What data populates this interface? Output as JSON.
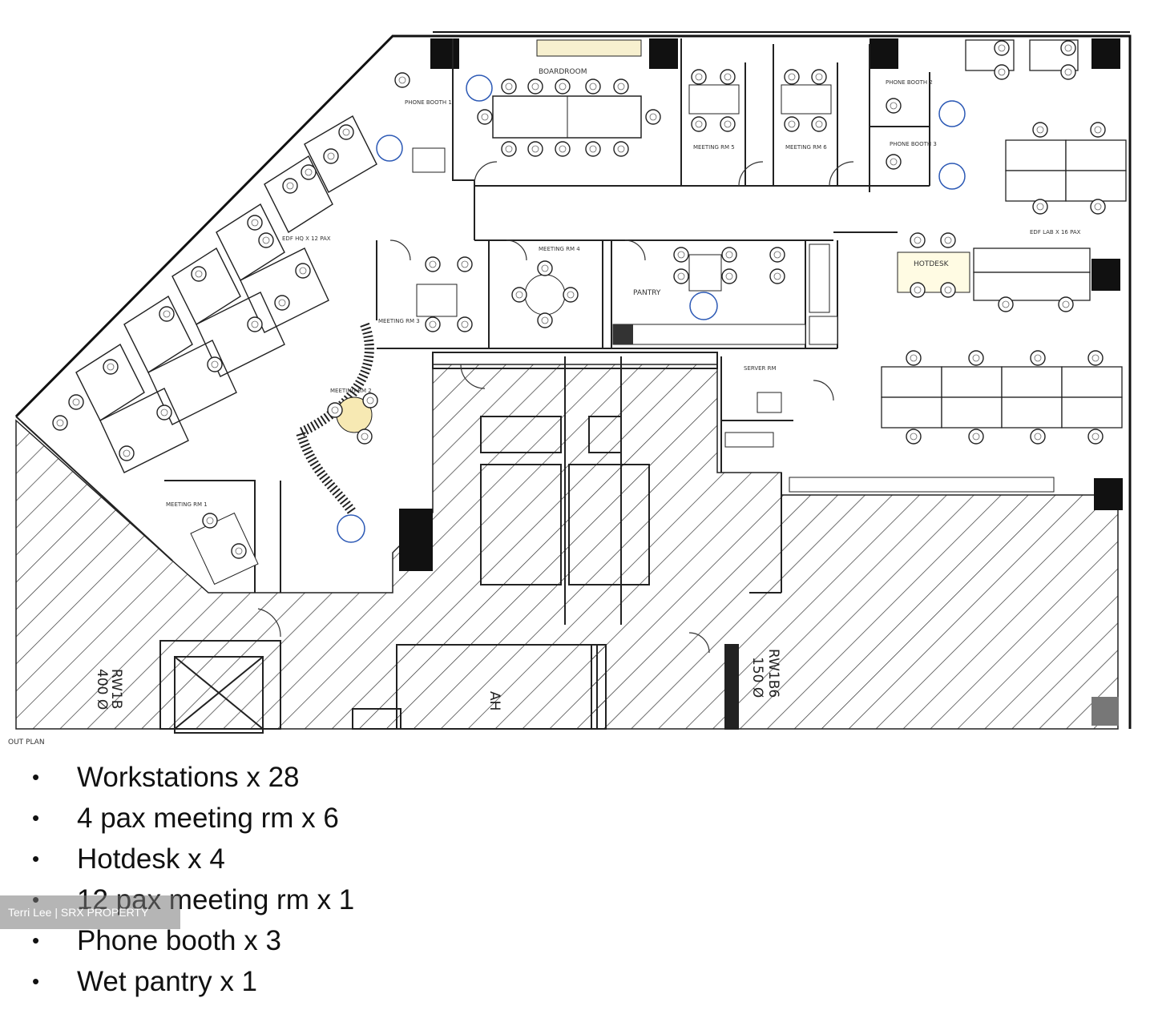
{
  "plan": {
    "labels": {
      "boardroom": "BOARDROOM",
      "phone_booth_1": "PHONE BOOTH 1",
      "phone_booth_2": "PHONE BOOTH 2",
      "phone_booth_3": "PHONE BOOTH 3",
      "meeting_rm_5": "MEETING RM 5",
      "meeting_rm_6": "MEETING RM 6",
      "edf_hq": "EDF HQ X 12 PAX",
      "edf_lab": "EDF LAB X 16 PAX",
      "meeting_rm_4": "MEETING RM 4",
      "meeting_rm_3": "MEETING RM 3",
      "meeting_rm_2": "MEETING RM 2",
      "meeting_rm_1": "MEETING RM 1",
      "pantry": "PANTRY",
      "hotdesk": "HOTDESK",
      "server_rm": "SERVER RM",
      "ahu": "AH",
      "rw_left": "RW1B",
      "rw_left_sub": "400 Ø",
      "rw_right": "RW1B6",
      "rw_right_sub": "150 Ø",
      "plan_caption": "OUT PLAN"
    }
  },
  "features": [
    "Workstations x 28",
    "4 pax meeting rm x 6",
    "Hotdesk x 4",
    "12 pax meeting rm x 1",
    "Phone booth x 3",
    "Wet pantry x 1"
  ],
  "bullet_char": "•",
  "watermark": "Terri Lee | SRX PROPERTY"
}
